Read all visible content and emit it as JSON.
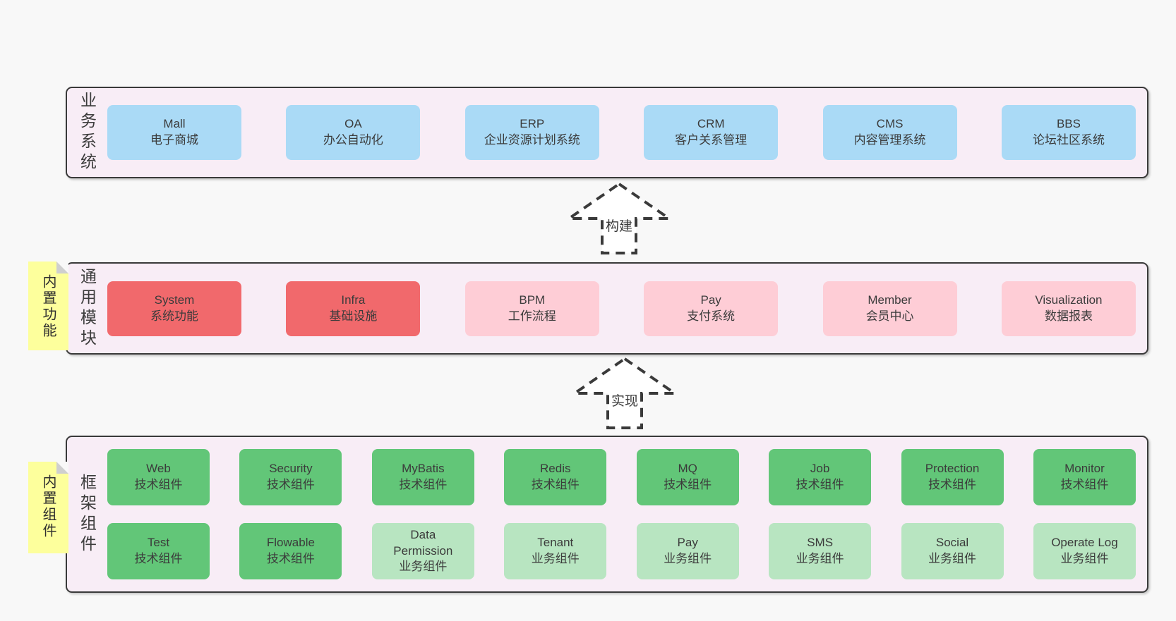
{
  "colors": {
    "page-bg": "#f8f8f8",
    "band-bg": "#f8edf6",
    "band-border": "#3a3a3a",
    "box-blue": "#aadaf6",
    "box-red": "#f1696c",
    "box-pink": "#fecdd6",
    "box-green": "#62c678",
    "box-green-light": "#b8e5c1",
    "sticky-bg": "#fdff9c",
    "sticky-fold": "#cfcfcf",
    "text": "#3c3c3c"
  },
  "diagram": {
    "arrows": {
      "build": "构建",
      "implement": "实现"
    },
    "business_band": {
      "label": "业务系统",
      "boxes": [
        {
          "name": "Mall",
          "desc": "电子商城"
        },
        {
          "name": "OA",
          "desc": "办公自动化"
        },
        {
          "name": "ERP",
          "desc": "企业资源计划系统"
        },
        {
          "name": "CRM",
          "desc": "客户关系管理"
        },
        {
          "name": "CMS",
          "desc": "内容管理系统"
        },
        {
          "name": "BBS",
          "desc": "论坛社区系统"
        }
      ]
    },
    "module_band": {
      "label": "通用模块",
      "sticky": "内置功能",
      "boxes": [
        {
          "name": "System",
          "desc": "系统功能",
          "variant": "core"
        },
        {
          "name": "Infra",
          "desc": "基础设施",
          "variant": "core"
        },
        {
          "name": "BPM",
          "desc": "工作流程",
          "variant": "optional"
        },
        {
          "name": "Pay",
          "desc": "支付系统",
          "variant": "optional"
        },
        {
          "name": "Member",
          "desc": "会员中心",
          "variant": "optional"
        },
        {
          "name": "Visualization",
          "desc": "数据报表",
          "variant": "optional"
        }
      ]
    },
    "component_band": {
      "label": "框架组件",
      "sticky": "内置组件",
      "boxes": [
        {
          "name": "Web",
          "desc": "技术组件",
          "variant": "tech"
        },
        {
          "name": "Security",
          "desc": "技术组件",
          "variant": "tech"
        },
        {
          "name": "MyBatis",
          "desc": "技术组件",
          "variant": "tech"
        },
        {
          "name": "Redis",
          "desc": "技术组件",
          "variant": "tech"
        },
        {
          "name": "MQ",
          "desc": "技术组件",
          "variant": "tech"
        },
        {
          "name": "Job",
          "desc": "技术组件",
          "variant": "tech"
        },
        {
          "name": "Protection",
          "desc": "技术组件",
          "variant": "tech"
        },
        {
          "name": "Monitor",
          "desc": "技术组件",
          "variant": "tech"
        },
        {
          "name": "Test",
          "desc": "技术组件",
          "variant": "tech"
        },
        {
          "name": "Flowable",
          "desc": "技术组件",
          "variant": "tech"
        },
        {
          "name": "Data Permission",
          "desc": "业务组件",
          "variant": "biz"
        },
        {
          "name": "Tenant",
          "desc": "业务组件",
          "variant": "biz"
        },
        {
          "name": "Pay",
          "desc": "业务组件",
          "variant": "biz"
        },
        {
          "name": "SMS",
          "desc": "业务组件",
          "variant": "biz"
        },
        {
          "name": "Social",
          "desc": "业务组件",
          "variant": "biz"
        },
        {
          "name": "Operate Log",
          "desc": "业务组件",
          "variant": "biz"
        }
      ]
    }
  }
}
